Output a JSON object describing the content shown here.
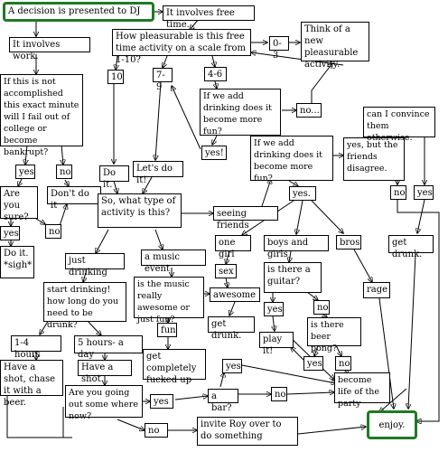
{
  "nodes": {
    "start": "A decision is presented to DJ",
    "free_time": "It involves free time.",
    "work": "It involves work.",
    "how_pleasurable": "How pleasurable is this free time activity on a scale from 1-10?",
    "r_0_3": "0-3",
    "think_new": "Think of a new pleasurable activity.",
    "r_10": "10",
    "r_7_9": "7-9",
    "r_4_6": "4-6",
    "drink_more_fun_1": "If we add drinking does it become more fun?",
    "no_1": "no...",
    "yes_1": "yes!",
    "if_not_accomplished": "If this is not accomplished this exact minute will I fail out of college or become bankrupt?",
    "yes_2": "yes",
    "no_2": "no",
    "are_you_sure": "Are you sure?",
    "dont_do_it": "Don't do it",
    "yes_3": "yes",
    "no_3": "no",
    "do_it_sigh": "Do it. *sigh*",
    "do_it": "Do it.",
    "lets_do_it": "Let's do it!",
    "what_type": "So, what type of activity is this?",
    "seeing_friends": "seeing friends",
    "drink_more_fun_2": "If we add drinking does it become more fun?",
    "yes_friends_disagree": "yes, but the friends disagree.",
    "convince_them": "can I convince them otherwise.",
    "no_4": "no",
    "yes_4": "yes",
    "yes_dot": "yes.",
    "get_drunk_1": "get drunk.",
    "one_girl": "one girl",
    "boys_girls": "boys and girls",
    "bros": "bros",
    "sex": "sex",
    "awesome": "awesome",
    "is_there_guitar": "is there a guitar?",
    "rage": "rage",
    "no_5": "no",
    "yes_5": "yes",
    "play_it": "play it!",
    "beer_pong": "is there beer pong?",
    "yes_6": "yes",
    "no_6": "no",
    "just_drinking": "just drinking",
    "music_event": "a music event",
    "music_awesome": "is the music really awesome or just fun?",
    "get_drunk_2": "get drunk.",
    "fun": "fun",
    "get_fucked_up": "get completely fucked up",
    "start_drinking": "start drinking! how long do you need to be drunk?",
    "r_1_4_hours": "1-4 hours",
    "r_5_hours": "5 hours- a day",
    "have_shot_chase": "Have a shot, chase it with a beer.",
    "have_shot": "Have a shot.",
    "going_out": "Are you going out some where now?",
    "yes_7": "yes",
    "a_bar": "a bar?",
    "yes_8": "yes",
    "no_7": "no",
    "become_life": "become life of the party",
    "no_8": "no",
    "invite_roy": "invite Roy over to do something",
    "enjoy": "enjoy."
  },
  "colors": {
    "accent_border": "#1f7a26"
  }
}
